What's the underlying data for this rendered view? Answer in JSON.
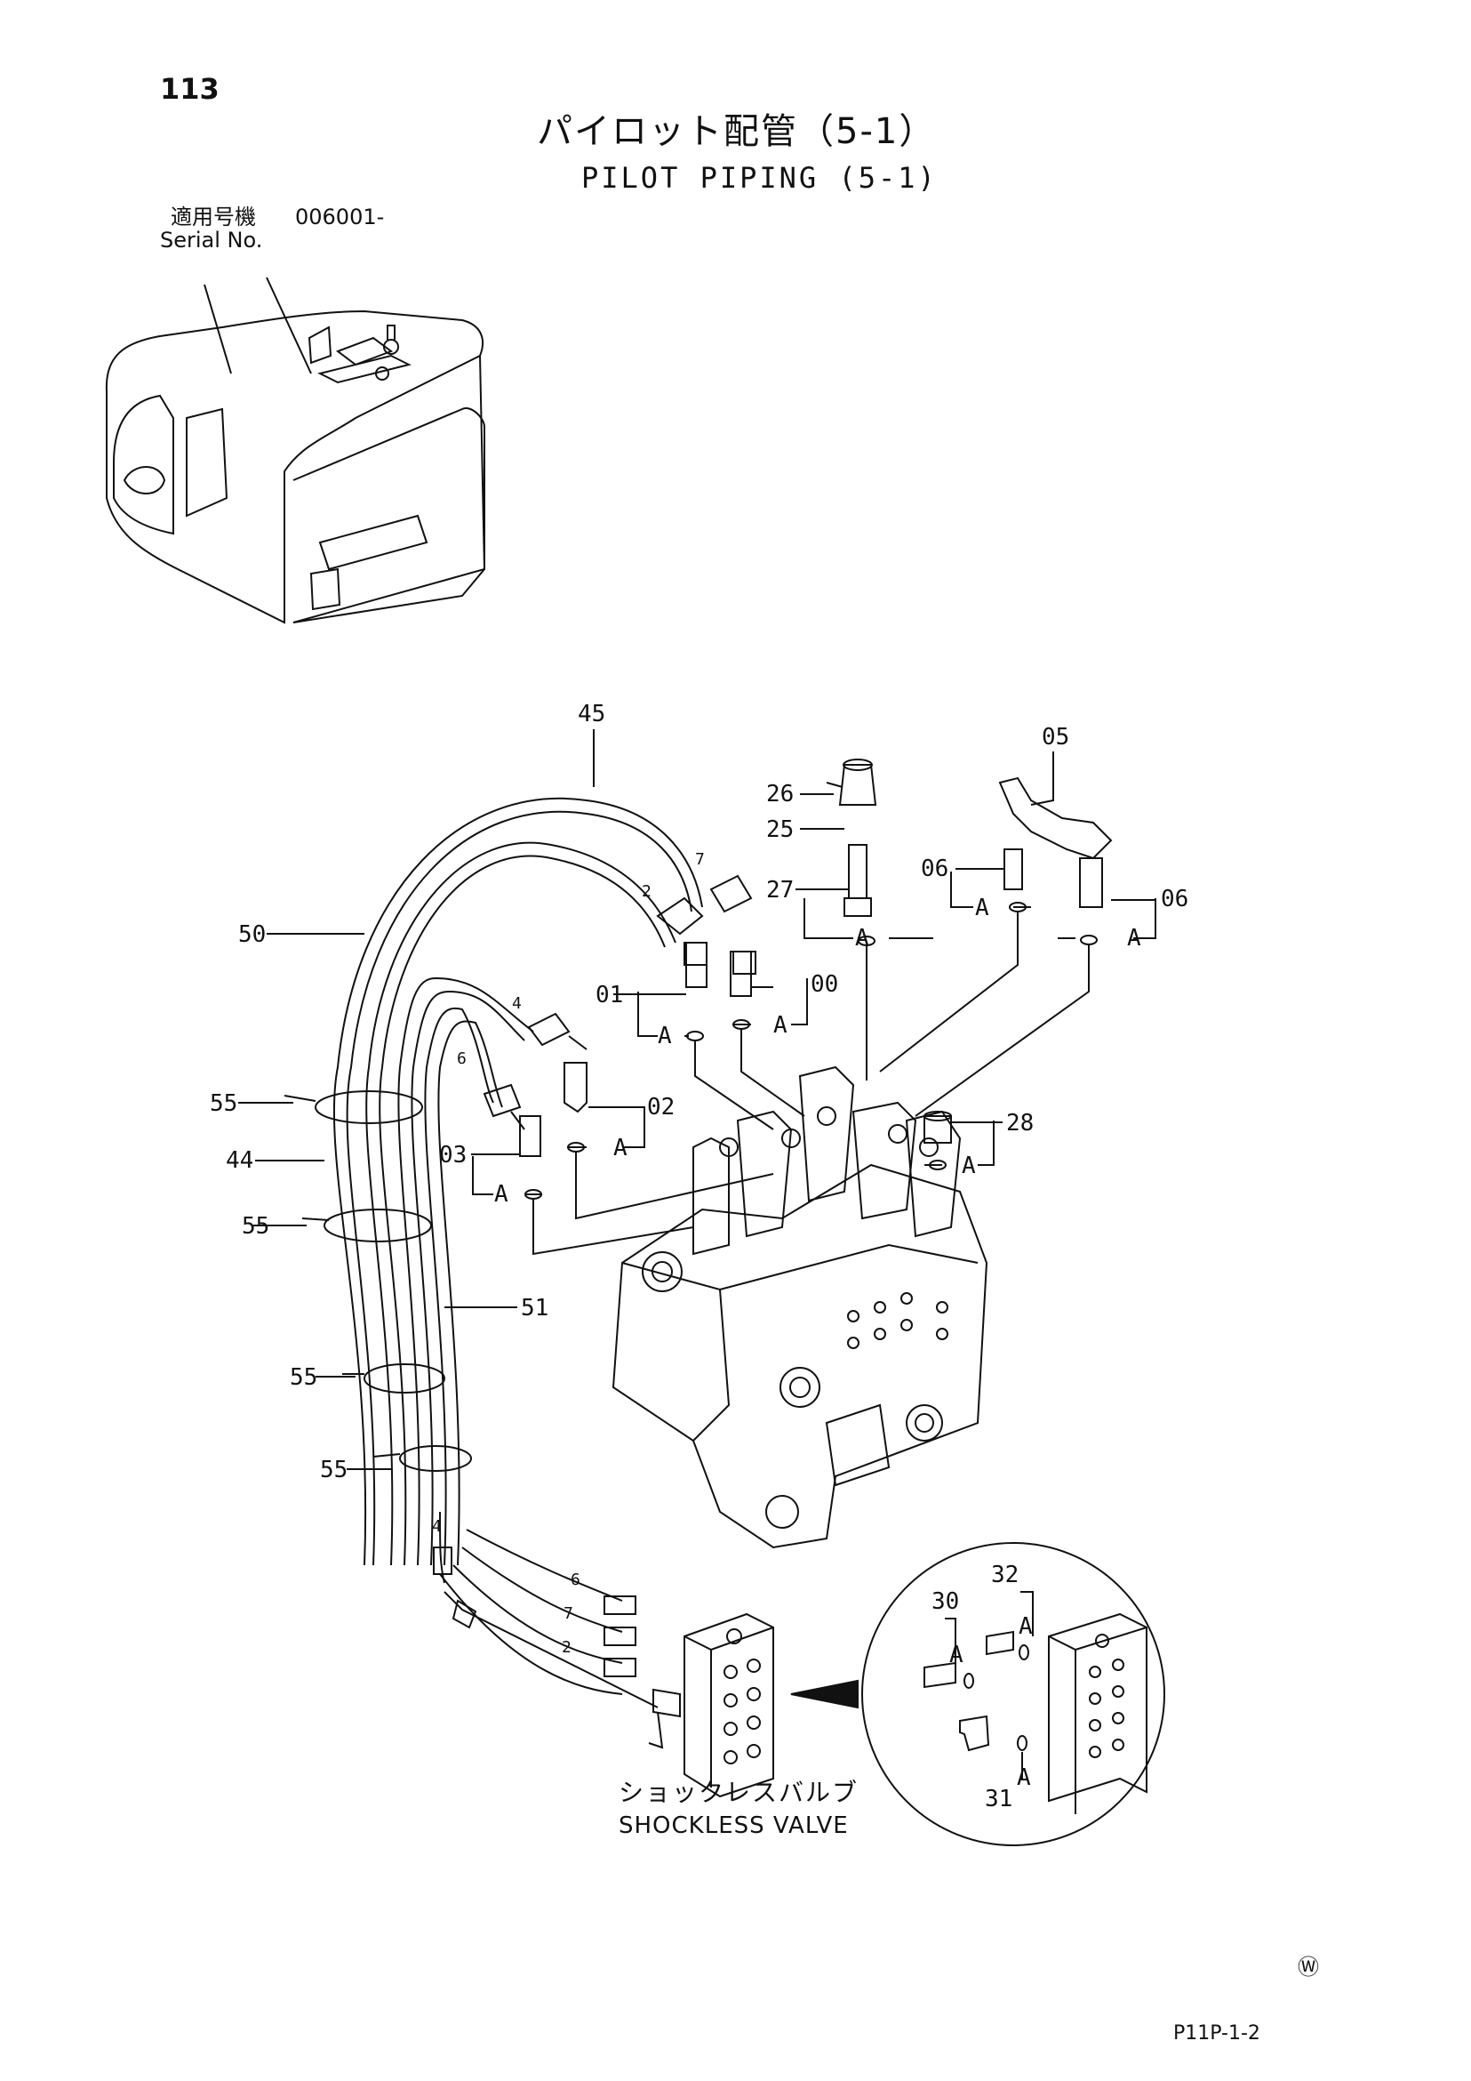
{
  "header": {
    "page_number": "113",
    "title_jp": "パイロット配管（5-1）",
    "title_en": "PILOT PIPING (5-1)",
    "serial_label_jp": "適用号機",
    "serial_label_en": "Serial No.",
    "serial_value": "006001-"
  },
  "callouts": {
    "c45": "45",
    "c05": "05",
    "c26": "26",
    "c25": "25",
    "c27": "27",
    "c06a": "06",
    "c06b": "06",
    "c50": "50",
    "c01": "01",
    "c00": "00",
    "c55a": "55",
    "c02": "02",
    "c28": "28",
    "c03": "03",
    "c44": "44",
    "c55b": "55",
    "c51": "51",
    "c55c": "55",
    "c55d": "55",
    "c32": "32",
    "c30": "30",
    "c31": "31"
  },
  "port_marker": "A",
  "hose_marks": {
    "h7a": "7",
    "h2a": "2",
    "h4a": "4",
    "h6a": "6",
    "h4b": "4",
    "h6b": "6",
    "h7b": "7",
    "h2b": "2"
  },
  "shockless_valve": {
    "label_jp": "ショックレスバルブ",
    "label_en": "SHOCKLESS VALVE"
  },
  "footer": {
    "drawing_code": "P11P-1-2",
    "mark": "Ⓦ"
  }
}
